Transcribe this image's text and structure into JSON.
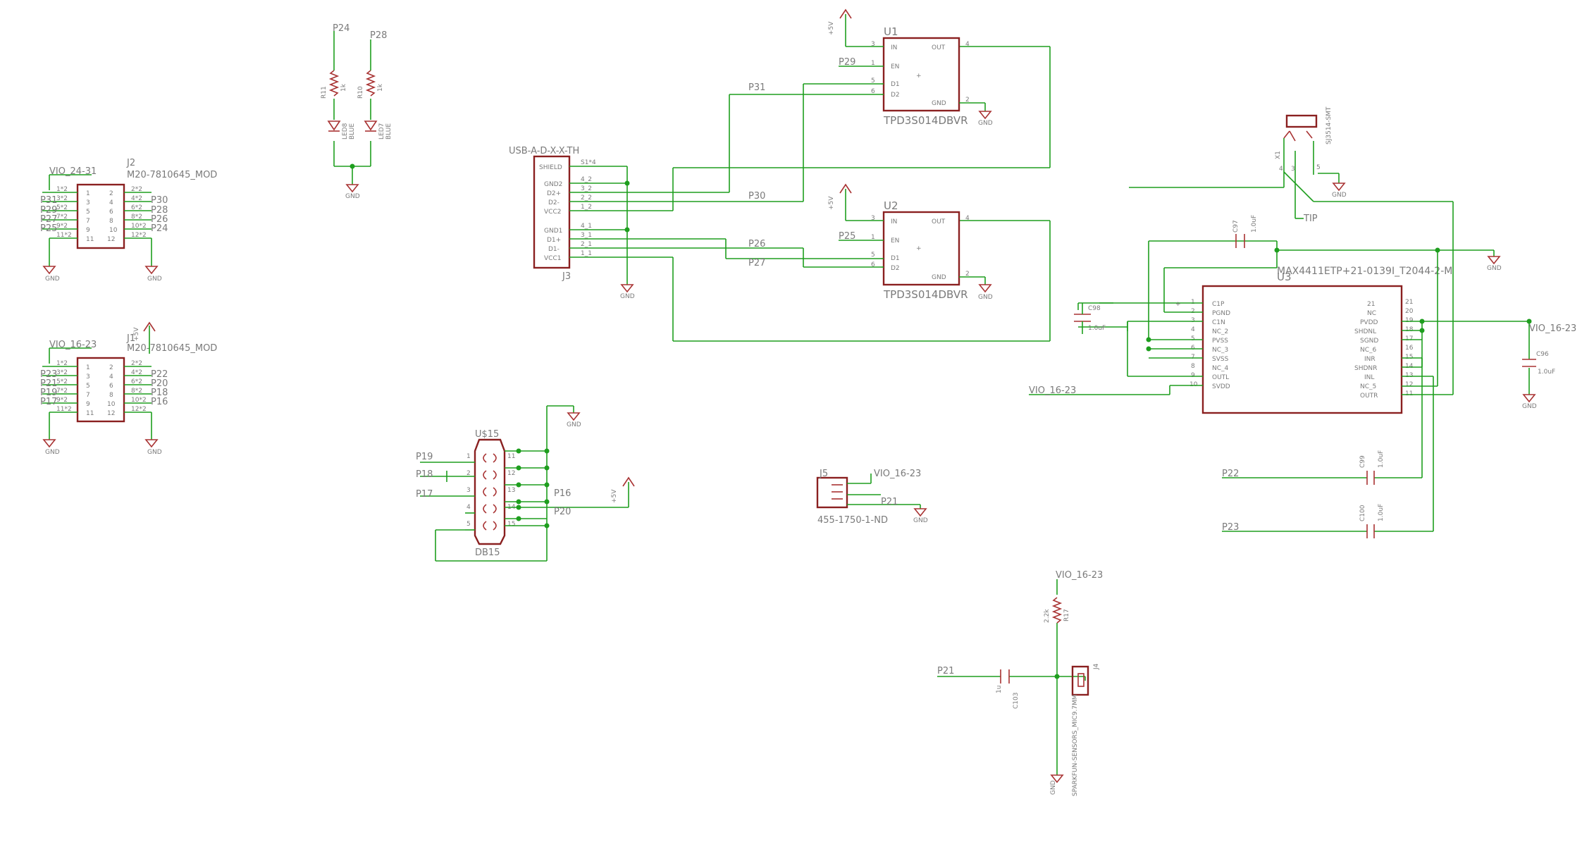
{
  "components": {
    "j2": {
      "ref": "J2",
      "value": "M20-7810645_MOD",
      "net_top": "VIO_24-31",
      "left_nets": [
        "P31",
        "P29",
        "P27",
        "P25"
      ],
      "right_nets": [
        "P30",
        "P28",
        "P26",
        "P24"
      ],
      "left_pins": [
        "1",
        "3",
        "5",
        "7",
        "9",
        "11"
      ],
      "right_pins": [
        "2",
        "4",
        "6",
        "8",
        "10",
        "12"
      ],
      "left_pin_tags": [
        "1*2",
        "3*2",
        "5*2",
        "7*2",
        "9*2",
        "11*2"
      ],
      "right_pin_tags": [
        "2*2",
        "4*2",
        "6*2",
        "8*2",
        "10*2",
        "12*2"
      ]
    },
    "j1": {
      "ref": "J1",
      "value": "M20-7810645_MOD",
      "net_top": "VIO_16-23",
      "left_nets": [
        "P23",
        "P21",
        "P19",
        "P17"
      ],
      "right_nets": [
        "P22",
        "P20",
        "P18",
        "P16"
      ],
      "left_pins": [
        "1",
        "3",
        "5",
        "7",
        "9",
        "11"
      ],
      "right_pins": [
        "2",
        "4",
        "6",
        "8",
        "10",
        "12"
      ],
      "left_pin_tags": [
        "1*2",
        "3*2",
        "5*2",
        "7*2",
        "9*2",
        "11*2"
      ],
      "right_pin_tags": [
        "2*2",
        "4*2",
        "6*2",
        "8*2",
        "10*2",
        "12*2"
      ]
    },
    "leds": {
      "net_a": "P24",
      "net_b": "P28",
      "r_a": "R11",
      "r_a_val": "1k",
      "r_b": "R10",
      "r_b_val": "1k",
      "led_a": "LED8",
      "led_a_val": "BLUE",
      "led_b": "LED7",
      "led_b_val": "BLUE"
    },
    "j3": {
      "ref": "J3",
      "value": "USB-A-D-X-X-TH",
      "pins": [
        "SHIELD",
        "GND2",
        "D2+",
        "D2-",
        "VCC2",
        "GND1",
        "D1+",
        "D1-",
        "VCC1"
      ],
      "tags": [
        "S1*4",
        "4_2",
        "3_2",
        "2_2",
        "1_2",
        "4_1",
        "3_1",
        "2_1",
        "1_1"
      ]
    },
    "u1": {
      "ref": "U1",
      "value": "TPD3S014DBVR",
      "pins_left": [
        "IN",
        "EN",
        "D1",
        "D2"
      ],
      "pin_nums_left": [
        "3",
        "1",
        "5",
        "6"
      ],
      "pins_right": [
        "OUT",
        "GND"
      ],
      "pin_nums_right": [
        "4",
        "2"
      ],
      "en_net": "P29"
    },
    "u2": {
      "ref": "U2",
      "value": "TPD3S014DBVR",
      "pins_left": [
        "IN",
        "EN",
        "D1",
        "D2"
      ],
      "pin_nums_left": [
        "3",
        "1",
        "5",
        "6"
      ],
      "pins_right": [
        "OUT",
        "GND"
      ],
      "pin_nums_right": [
        "4",
        "2"
      ],
      "en_net": "P25"
    },
    "usb_nets": {
      "p31": "P31",
      "p30": "P30",
      "p26": "P26",
      "p27": "P27"
    },
    "x1": {
      "ref": "X1",
      "value": "SJ3514-SMT",
      "tip": "TIP",
      "pin_4": "4",
      "pin_3": "3",
      "pin_5": "5"
    },
    "u3": {
      "ref": "U3",
      "value": "MAX4411ETP+21-0139I_T2044-2-M",
      "left_pins": [
        "C1P",
        "PGND",
        "C1N",
        "NC_2",
        "PVSS",
        "NC_3",
        "SVSS",
        "NC_4",
        "OUTL",
        "SVDD"
      ],
      "left_nums": [
        "1",
        "2",
        "3",
        "4",
        "5",
        "6",
        "7",
        "8",
        "9",
        "10"
      ],
      "right_pins": [
        "21",
        "NC",
        "PVDD",
        "SHDNL",
        "SGND",
        "NC_6",
        "INR",
        "SHDNR",
        "INL",
        "NC_5",
        "OUTR"
      ],
      "right_nums": [
        "21",
        "20",
        "19",
        "18",
        "17",
        "16",
        "15",
        "14",
        "13",
        "12",
        "11"
      ]
    },
    "caps": {
      "c97": "C97",
      "c97_val": "1.0uF",
      "c98": "C98",
      "c98_val": "1.0uF",
      "c96": "C96",
      "c96_val": "1.0uF",
      "c99": "C99",
      "c99_val": "1.0uF",
      "c100": "C100",
      "c100_val": "1.0uF",
      "c103": "C103",
      "c103_val": "1u"
    },
    "u15": {
      "ref": "U$15",
      "value": "DB15",
      "left_nets": [
        "P19",
        "P18",
        "P17"
      ],
      "right_nets": [
        "P16",
        "P20"
      ],
      "left_pins": [
        "1",
        "2",
        "3",
        "4",
        "5"
      ],
      "right_pins": [
        "11",
        "12",
        "13",
        "14",
        "15"
      ]
    },
    "j5": {
      "ref": "J5",
      "value": "455-1750-1-ND",
      "net_a": "VIO_16-23",
      "net_b": "P21"
    },
    "mic": {
      "ref": "J4",
      "value": "SPARKFUN-SENSORS_MIC9.7MM",
      "r": "R17",
      "r_val": "2.2k",
      "net_in": "P21",
      "net_top": "VIO_16-23"
    }
  },
  "nets": {
    "gnd": "GND",
    "v5": "+5V",
    "vio_16_23": "VIO_16-23",
    "p22": "P22",
    "p23": "P23"
  }
}
